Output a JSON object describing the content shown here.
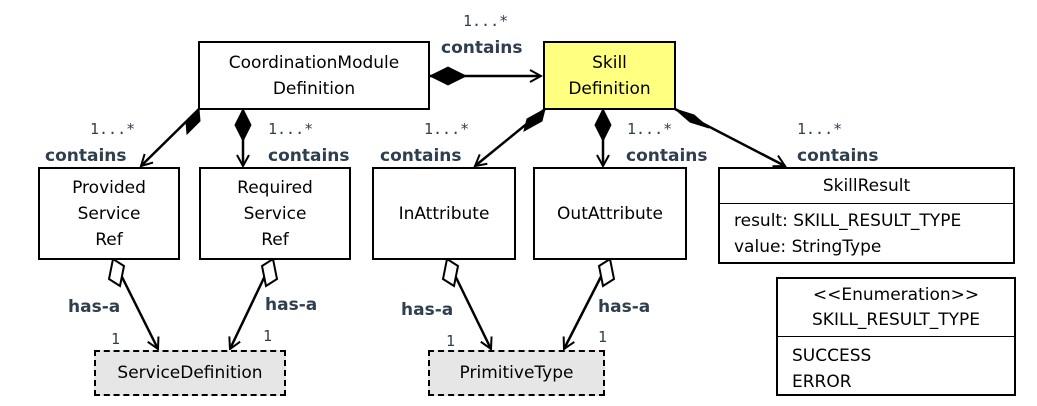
{
  "boxes": {
    "coordination": [
      "CoordinationModule",
      "Definition"
    ],
    "skill": [
      "Skill",
      "Definition"
    ],
    "provided": [
      "Provided",
      "Service",
      "Ref"
    ],
    "required": [
      "Required",
      "Service",
      "Ref"
    ],
    "inattr": "InAttribute",
    "outattr": "OutAttribute",
    "servicedef": "ServiceDefinition",
    "primitivetype": "PrimitiveType"
  },
  "skillresult": {
    "name": "SkillResult",
    "attributes": [
      "result: SKILL_RESULT_TYPE",
      "value: StringType"
    ]
  },
  "enumeration": {
    "stereotype": "<<Enumeration>>",
    "name": "SKILL_RESULT_TYPE",
    "literals": [
      "SUCCESS",
      "ERROR"
    ]
  },
  "labels": {
    "contains": "contains",
    "has_a": "has-a",
    "many": "1...*",
    "one": "1"
  },
  "colors": {
    "skill_fill": "#ffff80",
    "type_fill": "#e6e6e6",
    "label": "#2f3f50"
  }
}
